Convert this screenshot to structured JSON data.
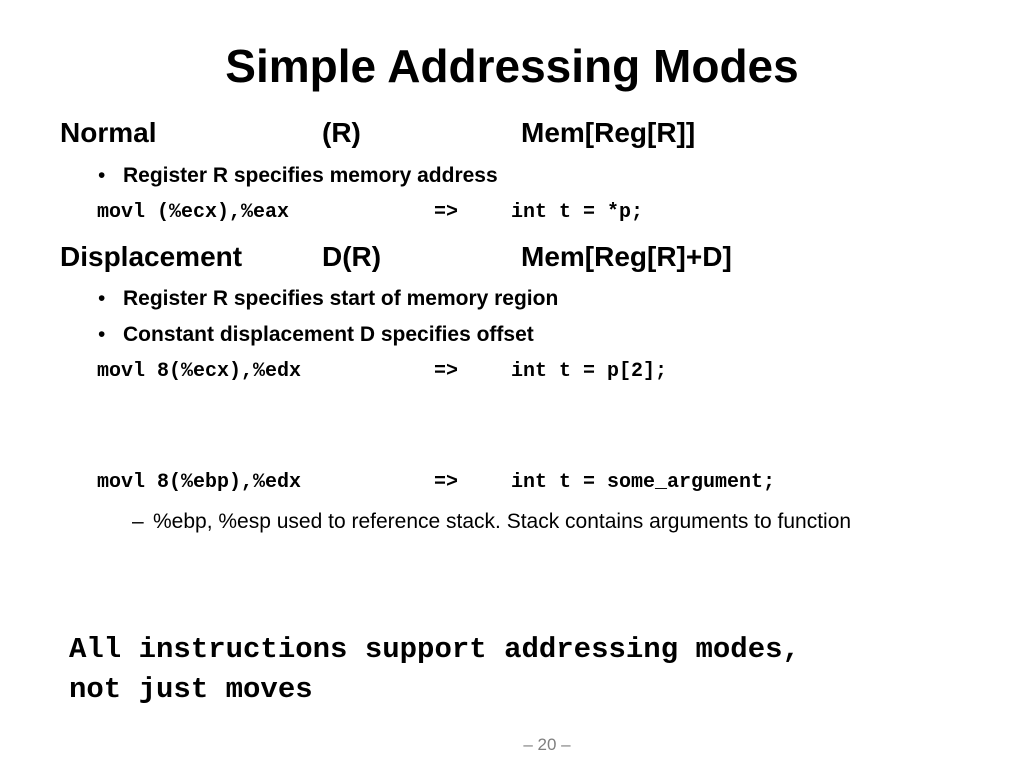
{
  "title": "Simple Addressing Modes",
  "modes": [
    {
      "name": "Normal",
      "syntax": "(R)",
      "semantics": "Mem[Reg[R]]",
      "bullets": [
        "Register R specifies memory address"
      ],
      "examples": [
        {
          "asm": "movl (%ecx),%eax",
          "arrow": "=>",
          "c": "int t = *p;"
        }
      ]
    },
    {
      "name": "Displacement",
      "syntax": "D(R)",
      "semantics": "Mem[Reg[R]+D]",
      "bullets": [
        "Register R specifies start of memory region",
        "Constant displacement D specifies offset"
      ],
      "examples": [
        {
          "asm": "movl 8(%ecx),%edx",
          "arrow": "=>",
          "c": "int t = p[2];"
        },
        {
          "asm": "movl 8(%ebp),%edx",
          "arrow": "=>",
          "c": "int t = some_argument;"
        }
      ]
    }
  ],
  "bullet_glyph": "•",
  "subnote": {
    "dash": "–",
    "text": "%ebp, %esp used to reference stack.  Stack contains arguments to function"
  },
  "footer_note": "All instructions support addressing modes, not just moves",
  "page_number": "– 20 –"
}
